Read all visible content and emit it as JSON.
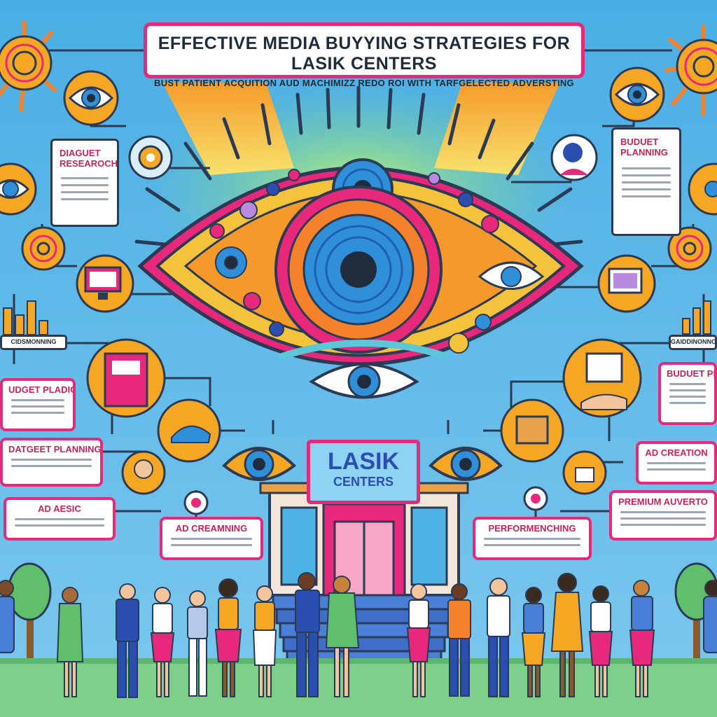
{
  "title": {
    "main": "EFFECTIVE MEDIA BUYYING STRATEGIES FOR LASIK CENTERS",
    "subtitle": "BUST PATIENT ACQUITION AUD MACHIMIZZ REDO ROI WITH TARFGELECTED ADVERSTING"
  },
  "left_labels": {
    "budget_research": "DIAGUET RESEAROCH",
    "small_tag": "CIDSMONNING",
    "budget_platform": "UDGET PLADIOM",
    "target_planning": "DATGEET PLANNING",
    "ad_aesthetic": "AD AESIC"
  },
  "right_labels": {
    "budget_planning": "BUDUET PLANNING",
    "small_tag": "GAIDDINONNOH",
    "budget_p": "BUDUET PL",
    "ad_creation": "AD CREATION",
    "premium_advertising": "PREMIUM AUVERTO"
  },
  "center_labels": {
    "ad_creaming": "AD CREAMNING",
    "performance": "PERFORMENCHING"
  },
  "building_sign": {
    "line1": "LASIK",
    "line2": "CENTERS"
  },
  "colors": {
    "sky": "#4fb3e6",
    "accent": "#e8287a",
    "outline": "#2b3a55",
    "iris_orange": "#f5822a",
    "iris_blue": "#2f8fd8",
    "ground": "#7ecf8a"
  },
  "icons": [
    "sun-icon",
    "eye-icon",
    "document-icon",
    "bar-chart-icon",
    "monitor-icon",
    "headset-icon",
    "camera-icon",
    "tree-icon",
    "building-icon",
    "people-icon"
  ]
}
